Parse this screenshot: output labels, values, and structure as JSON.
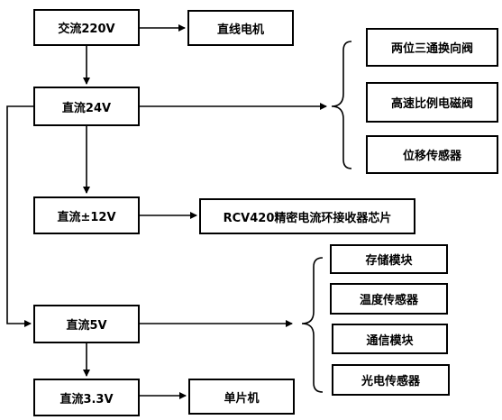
{
  "nodes": {
    "ac220": "交流220V",
    "motor": "直线电机",
    "dc24": "直流24V",
    "valve2": "两位三通换向阀",
    "hsvalve": "高速比例电磁阀",
    "dispsensor": "位移传感器",
    "dc12": "直流±12V",
    "rcv420": "RCV420精密电流环接收器芯片",
    "dc5": "直流5V",
    "storage": "存储模块",
    "tempsensor": "温度传感器",
    "comm": "通信模块",
    "photosensor": "光电传感器",
    "dc33": "直流3.3V",
    "mcu": "单片机"
  }
}
